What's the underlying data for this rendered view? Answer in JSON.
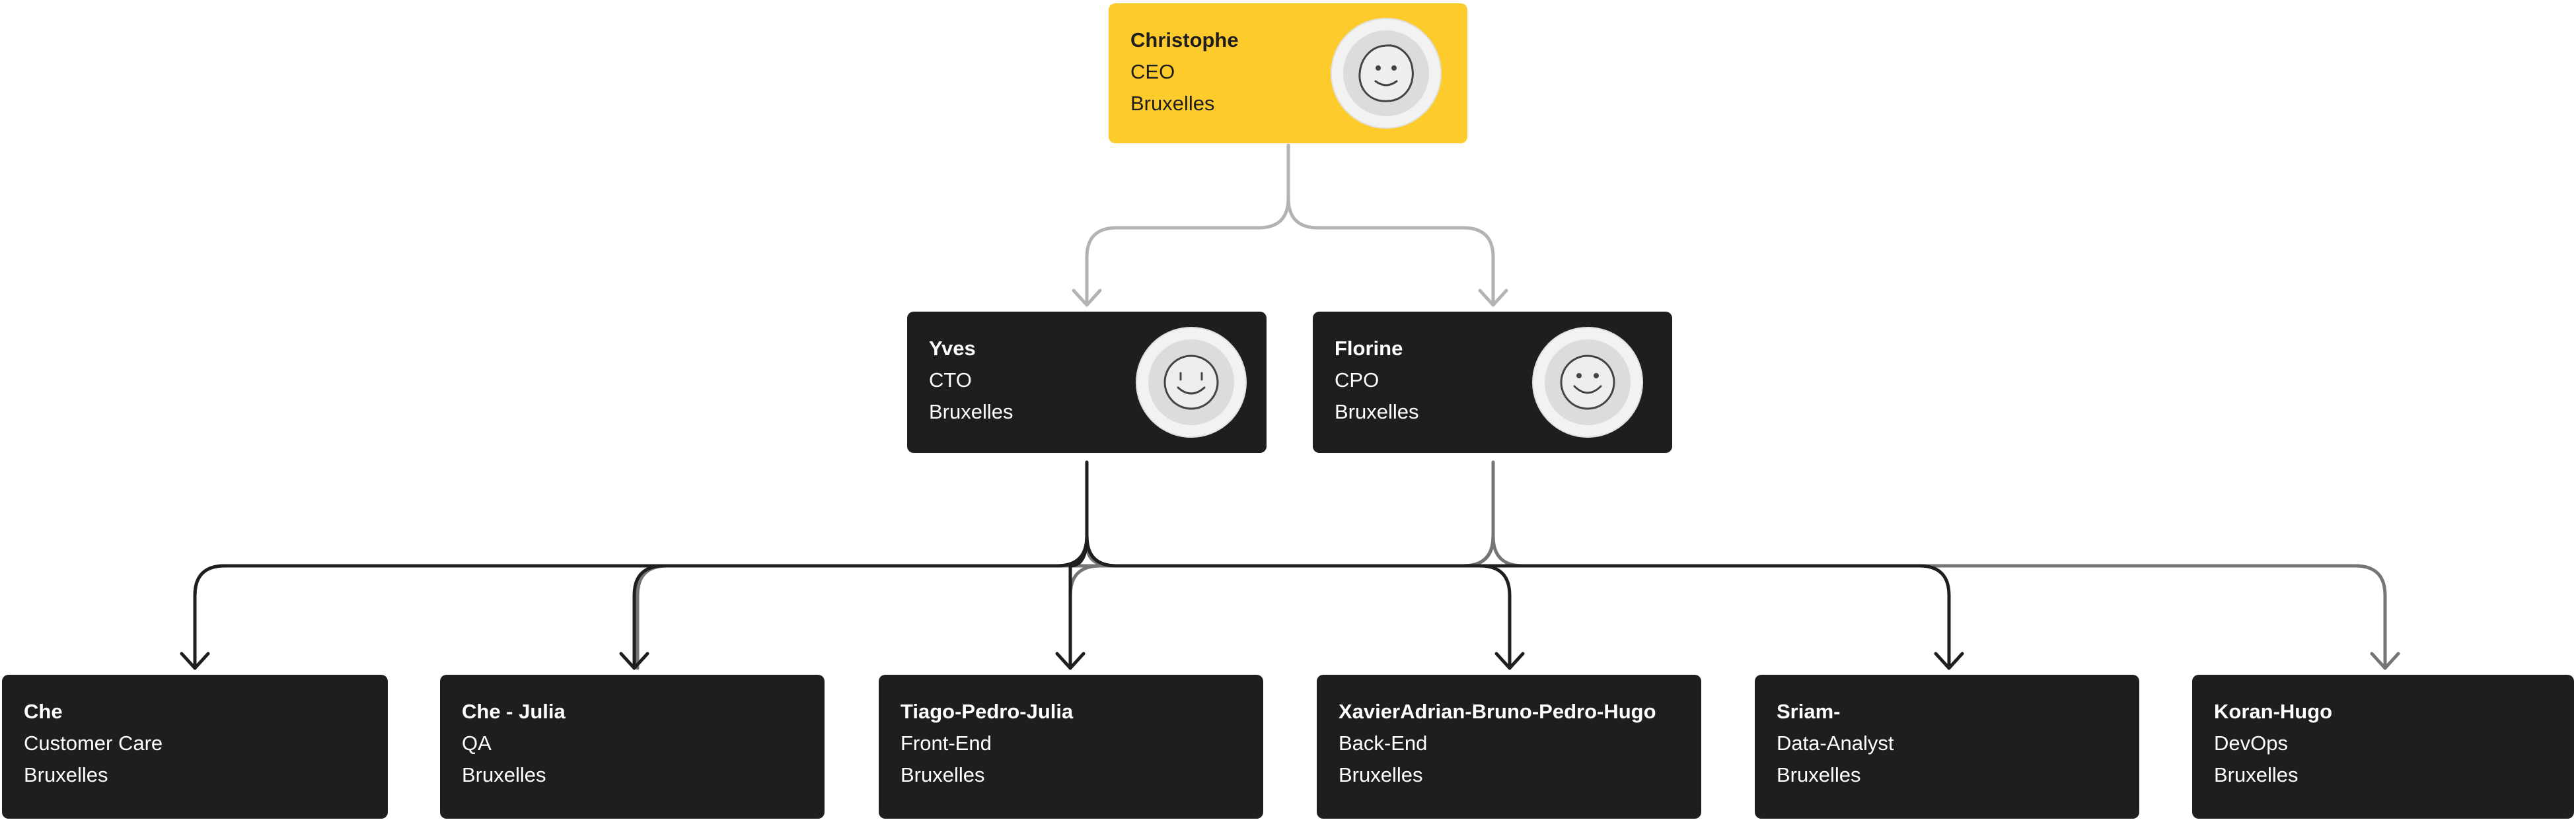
{
  "ceo": {
    "name": "Christophe",
    "role": "CEO",
    "city": "Bruxelles",
    "icon": "smiley-face-icon"
  },
  "managers": [
    {
      "name": "Yves",
      "role": "CTO",
      "city": "Bruxelles",
      "icon": "smiley-face-icon"
    },
    {
      "name": "Florine",
      "role": "CPO",
      "city": "Bruxelles",
      "icon": "smiley-face-icon"
    }
  ],
  "teams": [
    {
      "name": "Che",
      "role": "Customer Care",
      "city": "Bruxelles"
    },
    {
      "name": "Che - Julia",
      "role": "QA",
      "city": "Bruxelles"
    },
    {
      "name": "Tiago-Pedro-Julia",
      "role": "Front-End",
      "city": "Bruxelles"
    },
    {
      "name": "XavierAdrian-Bruno-Pedro-Hugo",
      "role": "Back-End",
      "city": "Bruxelles"
    },
    {
      "name": "Sriam-",
      "role": "Data-Analyst",
      "city": "Bruxelles"
    },
    {
      "name": "Koran-Hugo",
      "role": "DevOps",
      "city": "Bruxelles"
    }
  ],
  "colors": {
    "ceo_card": "#fecb2d",
    "card": "#1e1e1e",
    "connector_top": "#b3b3b3",
    "connector_cto": "#1e1e1e",
    "connector_cpo": "#757575"
  }
}
